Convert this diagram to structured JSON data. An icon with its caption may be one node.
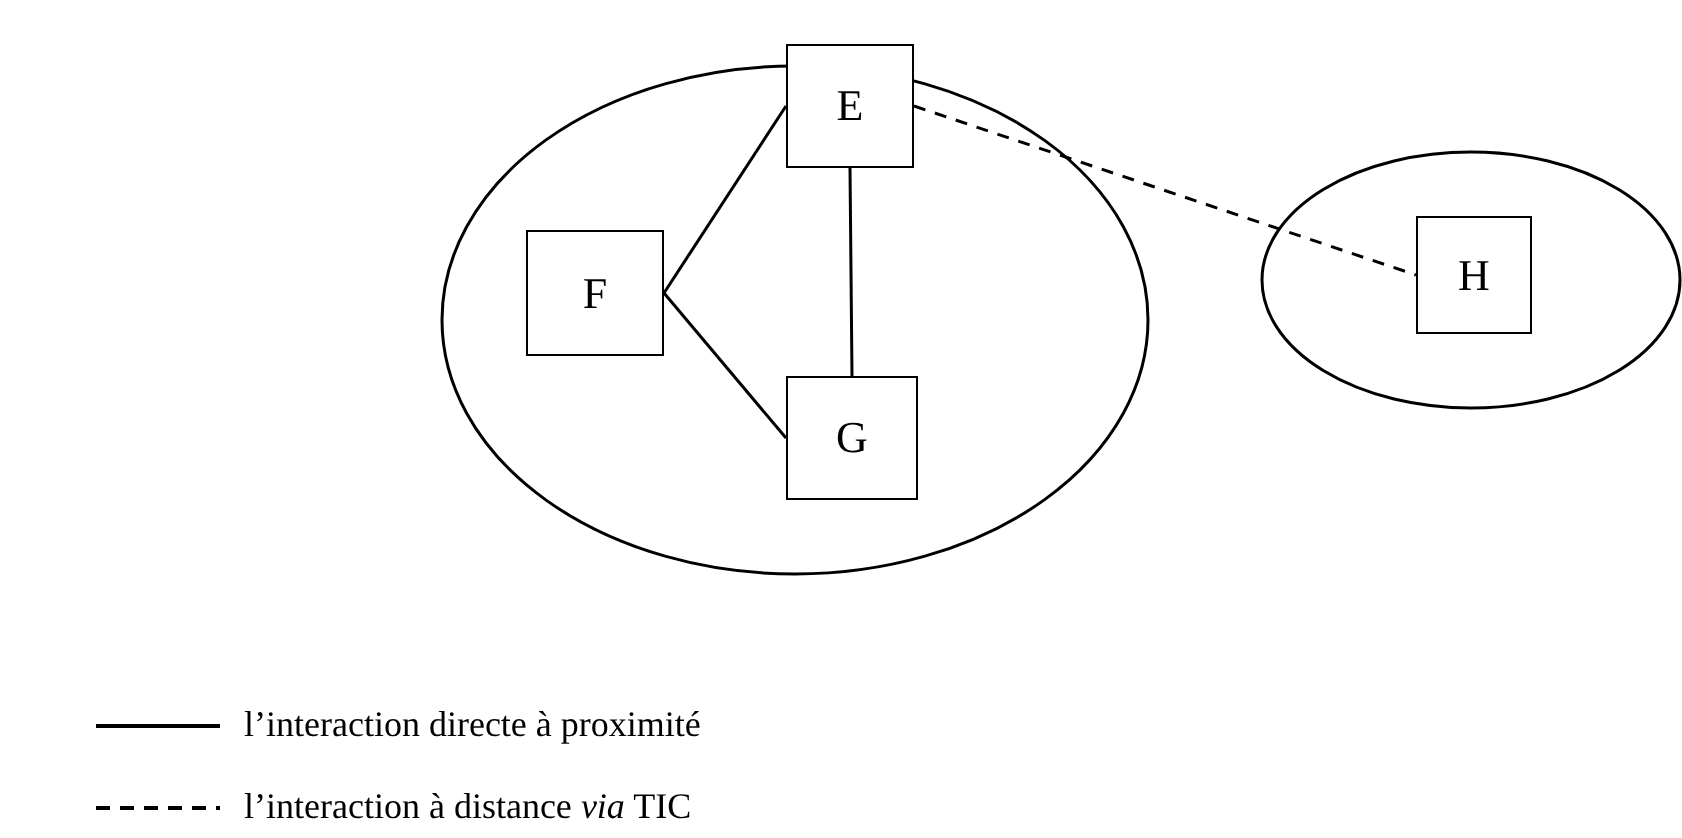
{
  "diagram": {
    "nodes": [
      {
        "text": [],
        "shape": "ellipse"
      },
      {
        "text": [
          "E"
        ],
        "in": 0
      },
      {
        "text": [
          "F"
        ],
        "in": 0
      },
      {
        "text": [
          "G"
        ],
        "in": 0
      },
      {
        "text": [],
        "shape": "ellipse"
      },
      {
        "text": [
          "H"
        ],
        "in": 4
      }
    ],
    "edges": [
      {
        "from": 2,
        "to": 1,
        "arrow": "none"
      },
      {
        "from": 2,
        "to": 3,
        "arrow": "none"
      },
      {
        "from": 1,
        "to": 3,
        "arrow": "none"
      },
      {
        "from": 1,
        "to": 5,
        "arrow": "none",
        "style": "dashed"
      }
    ],
    "legend": [
      {
        "text": "l’interaction directe à proximité"
      },
      {
        "text": "l’interaction à distance *via* TIC"
      }
    ]
  }
}
